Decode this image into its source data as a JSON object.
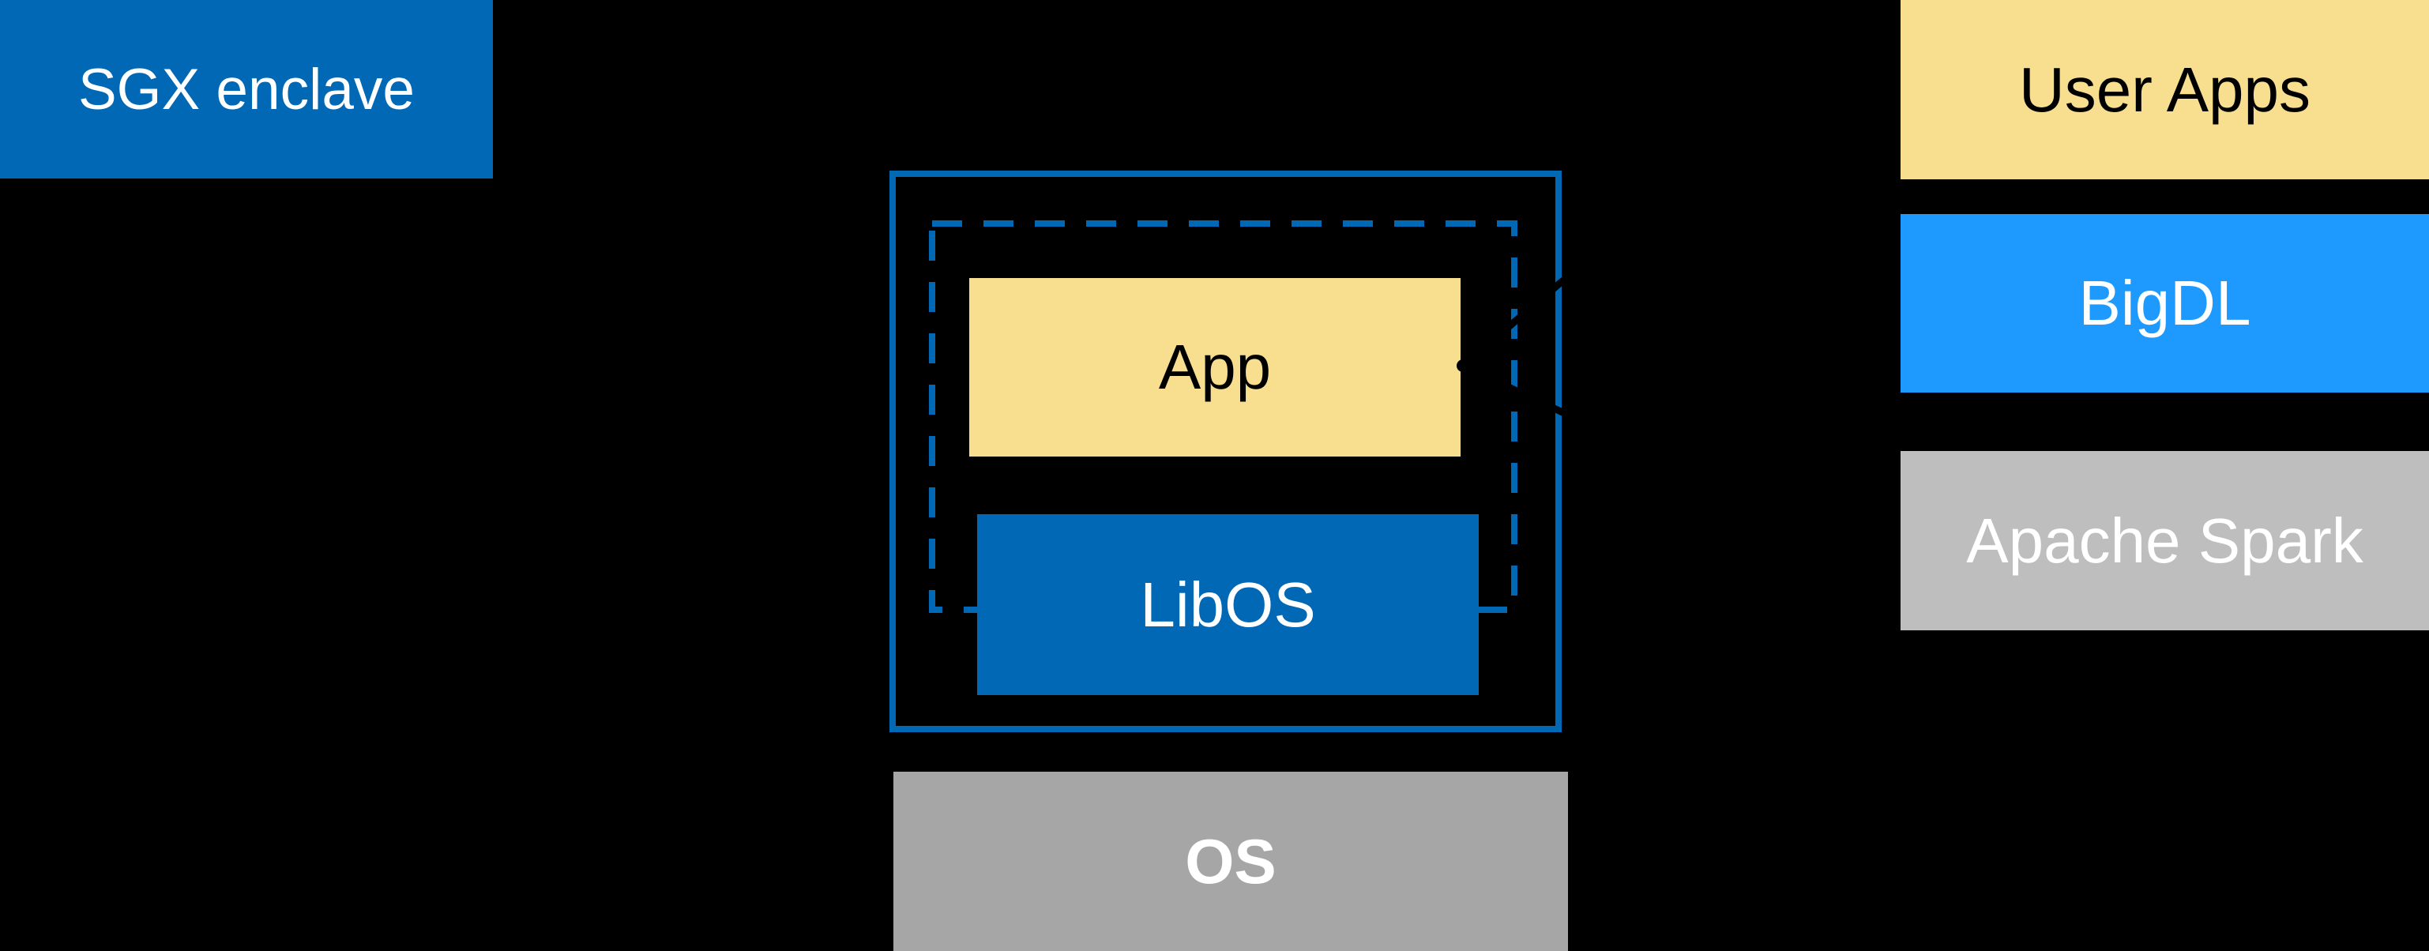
{
  "diagram": {
    "sgx": {
      "label": "SGX enclave"
    },
    "enclave": {
      "app_label": "App",
      "libos_label": "LibOS"
    },
    "os": {
      "label": "OS"
    },
    "stack": [
      {
        "label": "User Apps"
      },
      {
        "label": "BigDL"
      },
      {
        "label": "Apache Spark"
      }
    ],
    "colors": {
      "bg": "#000000",
      "intel-blue": "#0068B5",
      "bright-blue": "#1E9AFF",
      "yellow": "#F8DE8F",
      "gray-os": "#A6A6A6",
      "gray-spark": "#BEBEBE",
      "text-light": "#FFFFFF",
      "text-dark": "#000000",
      "connector": "#000000"
    }
  }
}
